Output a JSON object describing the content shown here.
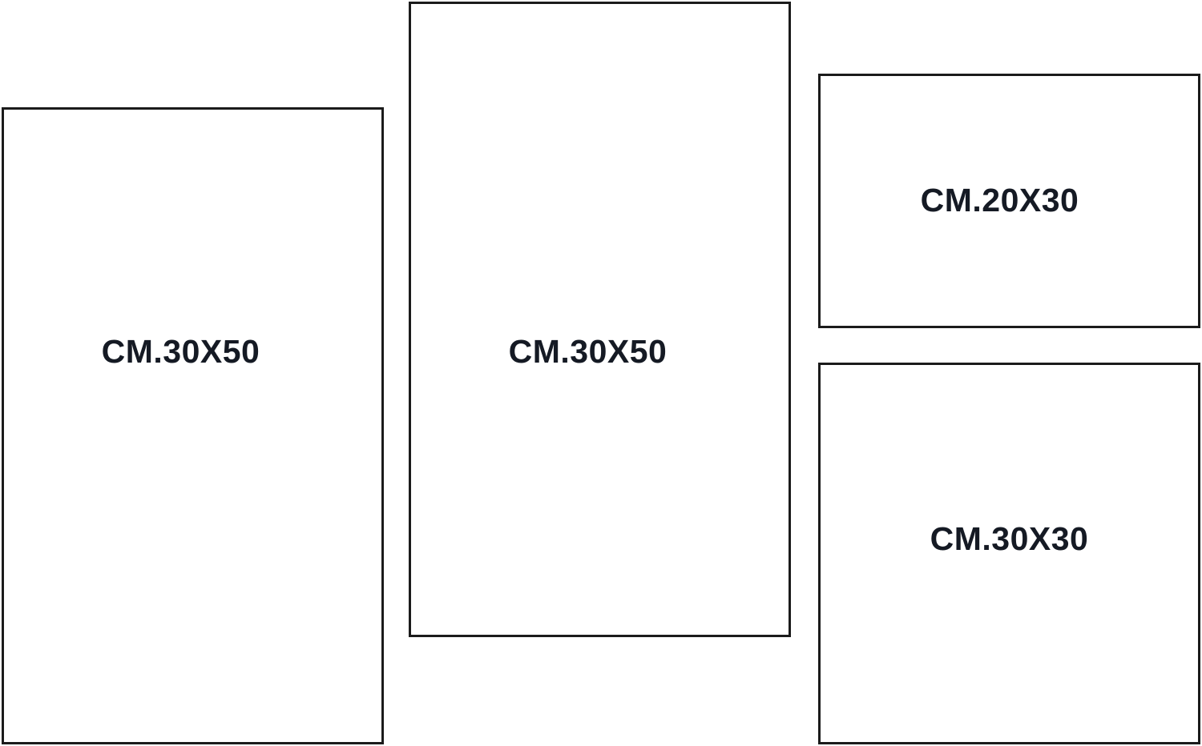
{
  "panels": [
    {
      "label": "CM.30X50"
    },
    {
      "label": "CM.30X50"
    },
    {
      "label": "CM.20X30"
    },
    {
      "label": "CM.30X30"
    }
  ],
  "colors": {
    "border": "#1b1b1b",
    "text": "#151a24",
    "background": "#ffffff"
  }
}
